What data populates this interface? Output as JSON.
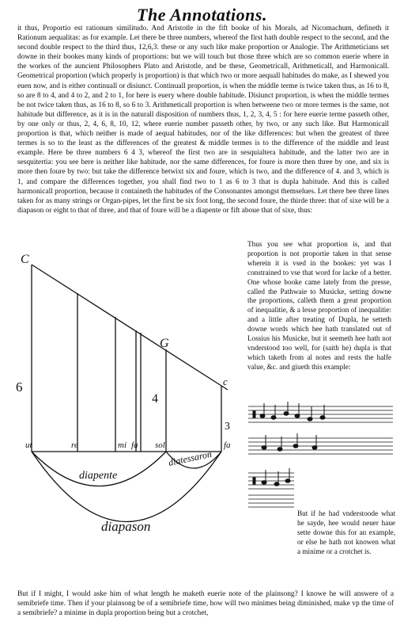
{
  "header": {
    "title": "The Annotations."
  },
  "text": {
    "top_paragraph": "it thus, Proportio est rationum similitudo. And Aristotle in the fift booke of his Morals, ad Nicomachum, defineth it Rationum aequalitas: as for example. Let there be three numbers, whereof the first hath double respect to the second, and the second double respect to the third thus, 12,6,3. these or any such like make proportion or Analogie. The Arithmeticians set downe in their bookes many kinds of proportions: but we will touch but those three which are so common euerie where in the workes of the auncient Philosophers Plato and Aristotle, and be these, Geometricall, Arithmeticall, and Harmonicall. Geometrical proportion (which properly is proportion) is that which two or more aequall habitudes do make, as I shewed you euen now, and is either continuall or disiunct. Continuall proportion, is when the middle terme is twice taken thus, as 16 to 8, so are 8 to 4, and 4 to 2, and 2 to 1, for here is euery where double habitude. Disiunct proportion, is when the middle termes be not twice taken thus, as 16 to 8, so 6 to 3. Arithmeticall proportion is when betweene two or more termes is the same, not habitude but difference, as it is in the naturall disposition of numbers thus, 1, 2, 3, 4, 5 : for here euerie terme passeth other, by one only or thus, 2, 4, 6, 8, 10, 12, where euerie number passeth other, by two, or any such like. But Harmonicall proportion is that, which neither is made of aequal habitudes, nor of the like differences: but when the greatest of three termes is so to the least as the differences of the greatest & middle termes is to the difference of the middle and least example. Here be three numbers 6 4 3, whereof the first two are in sesquialtera habitude, and the latter two are in sesquitertia: you see here is neither like habitude, nor the same differences, for foure is more then three by one, and six is more then foure by two: but take the difference betwixt six and foure, which is two, and the difference of 4. and 3, which is 1, and compare the differences together, you shall find two to 1 as 6 to 3 that is dupla habitude. And this is called harmonicall proportion, because it containeth the habitudes of the Consonantes amongst themselues. Let there bee three lines taken for as many strings or Organ-pipes, let the first be six foot long, the second foure, the thirde three: that of sixe will be a diapason or eight to that of three, and that of foure will be a diapente or fift aboue that of sixe, thus:",
    "right_paragraph": "Thus you see what proportion is, and that proportion is not proportie taken in that sense wherein it is vsed in the bookes: yet was I constrained to vse that word for lacke of a better. One whose booke came lately from the presse, called the Pathwaie to Musicke, setting downe the proportions, calleth them a great proportion of inequalitie, & a lesse proportion of inequalitie: and a little after treating of Dupla, he setteth downe words which hee hath translated out of Lossius his Musicke, but it seemeth hee hath not vnderstood too well, for (saith he) dupla is that which taketh from al notes and rests the halfe value, &c. and giueth this example:",
    "right_paragraph_2": "But if he had vnderstoode what he sayde, hee would neuer haue sette downe this for an example, or else he hath not knowen what a minime or a crotchet is.",
    "bottom_paragraph": "But if I might, I would aske him of what length he maketh euerie note of the plainsong? I knowe he will answere of a semibriefe time. Then if your plainsong be of a semibriefe time, how will two minimes being diminished, make vp the time of a semibriefe? a minime in dupla proportion being but a crotchet,"
  },
  "diagram": {
    "point_labels": [
      "C",
      "G",
      "c"
    ],
    "length_labels": [
      "6",
      "4",
      "3"
    ],
    "base_labels": [
      "ut",
      "re",
      "mi",
      "fa",
      "sol",
      "fa"
    ],
    "arc_labels": {
      "diapente": "diapente",
      "diatessaron": "diatessaron",
      "diapason": "diapason"
    }
  }
}
